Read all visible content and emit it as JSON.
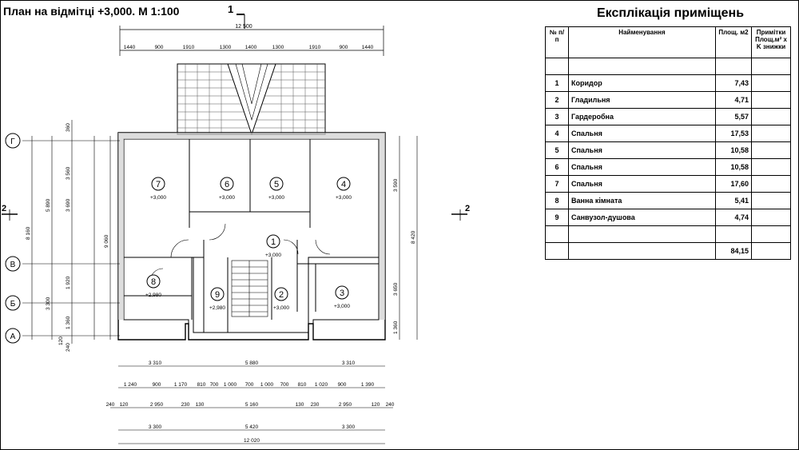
{
  "title": "План на відмітці +3,000. М 1:100",
  "explication": {
    "title": "Експлікація приміщень",
    "headers": {
      "num": "№\nп/п",
      "name": "Найменування",
      "area": "Площ. м2",
      "note": "Примітки Площ.м² x K знижки"
    },
    "rows": [
      {
        "n": "1",
        "name": "Коридор",
        "area": "7,43"
      },
      {
        "n": "2",
        "name": "Гладильня",
        "area": "4,71"
      },
      {
        "n": "3",
        "name": "Гардеробна",
        "area": "5,57"
      },
      {
        "n": "4",
        "name": "Спальня",
        "area": "17,53"
      },
      {
        "n": "5",
        "name": "Спальня",
        "area": "10,58"
      },
      {
        "n": "6",
        "name": "Спальня",
        "area": "10,58"
      },
      {
        "n": "7",
        "name": "Спальня",
        "area": "17,60"
      },
      {
        "n": "8",
        "name": "Ванна кімната",
        "area": "5,41"
      },
      {
        "n": "9",
        "name": "Санвузол-душова",
        "area": "4,74"
      }
    ],
    "total": "84,15"
  },
  "plan": {
    "section_mark": "1",
    "section_side": "2",
    "axes": [
      "Г",
      "В",
      "Б",
      "А"
    ],
    "rooms": [
      {
        "n": "1",
        "level": "+3,000"
      },
      {
        "n": "2",
        "level": "+3,000"
      },
      {
        "n": "3",
        "level": "+3,000"
      },
      {
        "n": "4",
        "level": "+3,000"
      },
      {
        "n": "5",
        "level": "+3,000"
      },
      {
        "n": "6",
        "level": "+3,000"
      },
      {
        "n": "7",
        "level": "+3,000"
      },
      {
        "n": "8",
        "level": "+2,980"
      },
      {
        "n": "9",
        "level": "+2,980"
      }
    ],
    "dims_top_total": "12 500",
    "dims_top": [
      "1440",
      "900",
      "1910",
      "1300",
      "1400",
      "1300",
      "1910",
      "900",
      "1440"
    ],
    "dims_bottom_1": [
      "3 310",
      "5 880",
      "3 310"
    ],
    "dims_bottom_2": [
      "1 240",
      "900",
      "1 170",
      "810",
      "700",
      "1 000",
      "700",
      "1 000",
      "700",
      "810",
      "1 020",
      "900",
      "1 390"
    ],
    "dims_bottom_3": [
      "240",
      "120",
      "2 950",
      "230",
      "130",
      "5 160",
      "130",
      "230",
      "2 950",
      "120",
      "240"
    ],
    "dims_bottom_4": [
      "3 300",
      "5 420",
      "3 300"
    ],
    "dims_bottom_total": "12 020",
    "dims_left_outer": [
      "360",
      "3 560",
      "3 690",
      "5 890",
      "1 920",
      "3 300",
      "1 360",
      "120",
      "240"
    ],
    "dims_left_total": "8 160",
    "dims_right": [
      "3 590",
      "3 650",
      "1 360"
    ],
    "dims_right_total": "8 420",
    "dims_right_inner": "9 060"
  }
}
